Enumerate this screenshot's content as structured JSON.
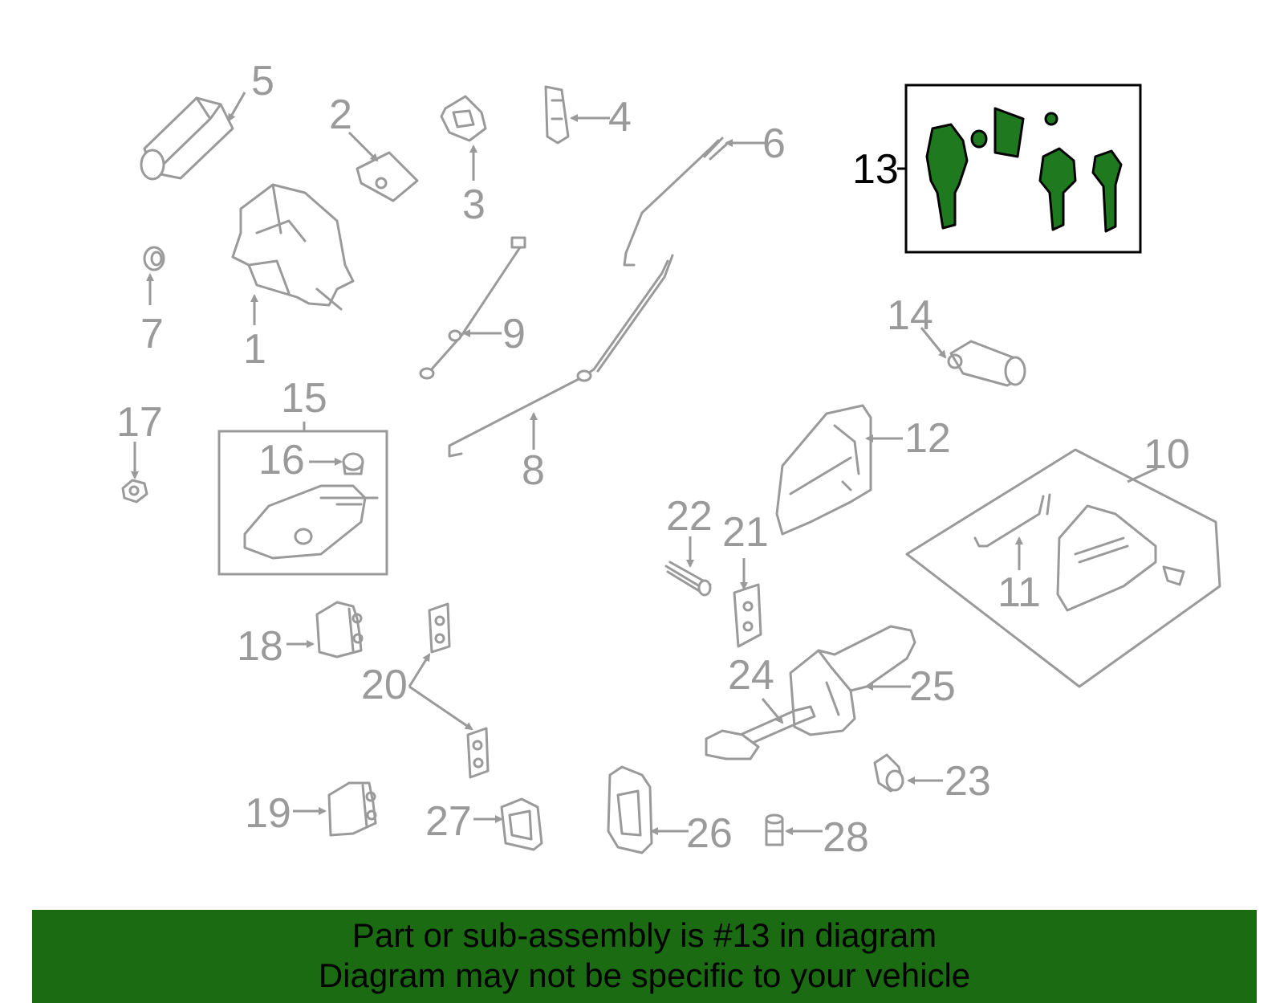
{
  "colors": {
    "banner_bg": "#1a6b12",
    "highlight": "#1f7a1f",
    "part_stroke": "#9a9a9a"
  },
  "labels": {
    "l1": "1",
    "l2": "2",
    "l3": "3",
    "l4": "4",
    "l5": "5",
    "l6": "6",
    "l7": "7",
    "l8": "8",
    "l9": "9",
    "l10": "10",
    "l11": "11",
    "l12": "12",
    "l13": "13",
    "l14": "14",
    "l15": "15",
    "l16": "16",
    "l17": "17",
    "l18": "18",
    "l19": "19",
    "l20": "20",
    "l21": "21",
    "l22": "22",
    "l23": "23",
    "l24": "24",
    "l25": "25",
    "l26": "26",
    "l27": "27",
    "l28": "28"
  },
  "highlighted_part": "13",
  "banner": {
    "line1": "Part or sub-assembly is #13 in diagram",
    "line2": "Diagram may not be specific to your vehicle"
  }
}
